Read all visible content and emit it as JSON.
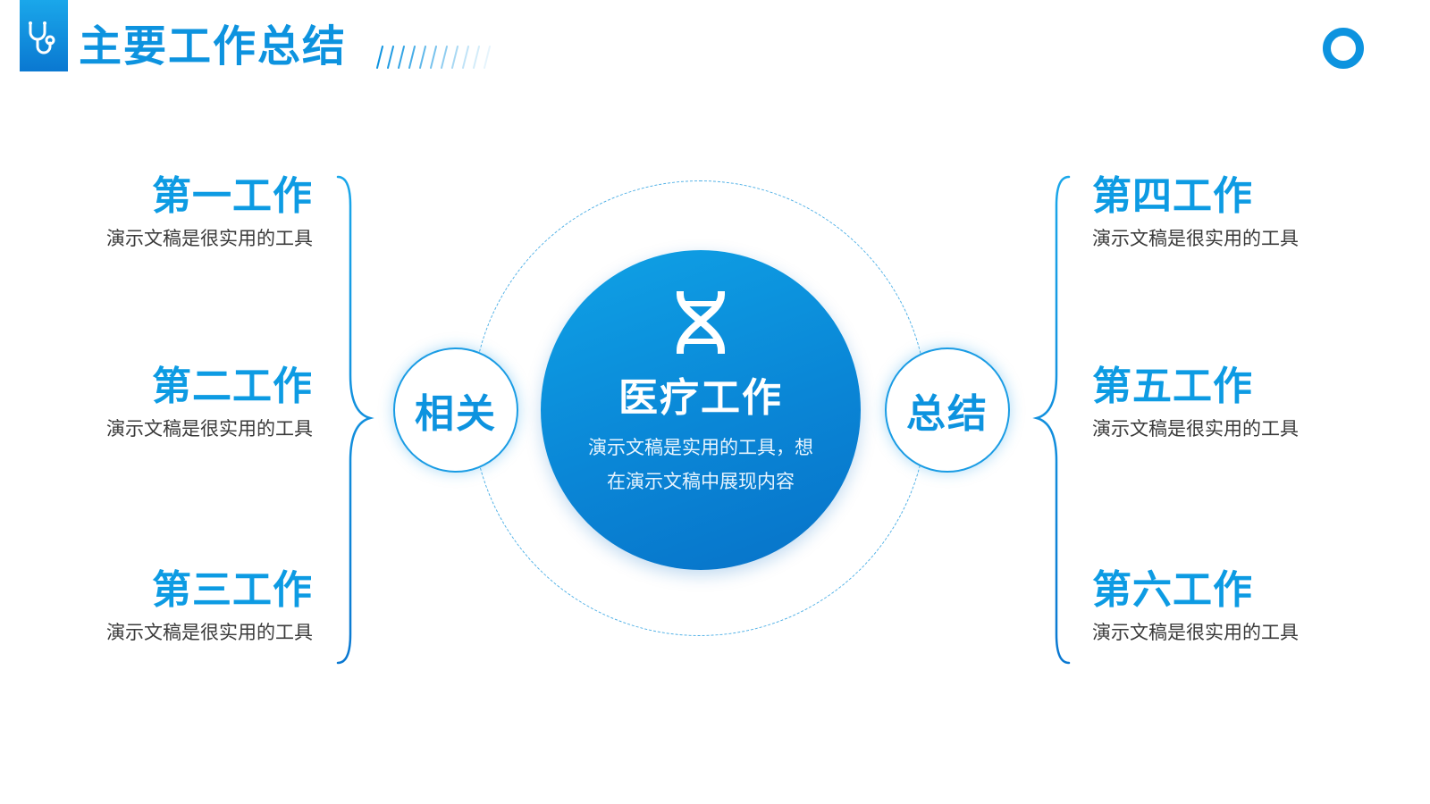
{
  "header": {
    "title": "主要工作总结"
  },
  "left_items": [
    {
      "title": "第一工作",
      "desc": "演示文稿是很实用的工具"
    },
    {
      "title": "第二工作",
      "desc": "演示文稿是很实用的工具"
    },
    {
      "title": "第三工作",
      "desc": "演示文稿是很实用的工具"
    }
  ],
  "right_items": [
    {
      "title": "第四工作",
      "desc": "演示文稿是很实用的工具"
    },
    {
      "title": "第五工作",
      "desc": "演示文稿是很实用的工具"
    },
    {
      "title": "第六工作",
      "desc": "演示文稿是很实用的工具"
    }
  ],
  "center": {
    "title": "医疗工作",
    "desc_line1": "演示文稿是实用的工具，想",
    "desc_line2": "在演示文稿中展现内容",
    "left_bubble": "相关",
    "right_bubble": "总结"
  },
  "colors": {
    "accent": "#0d93df",
    "accent_dark": "#0772c8",
    "text": "#3a3a3a"
  },
  "icons": [
    "stethoscope-icon",
    "ring-icon",
    "dna-icon"
  ]
}
